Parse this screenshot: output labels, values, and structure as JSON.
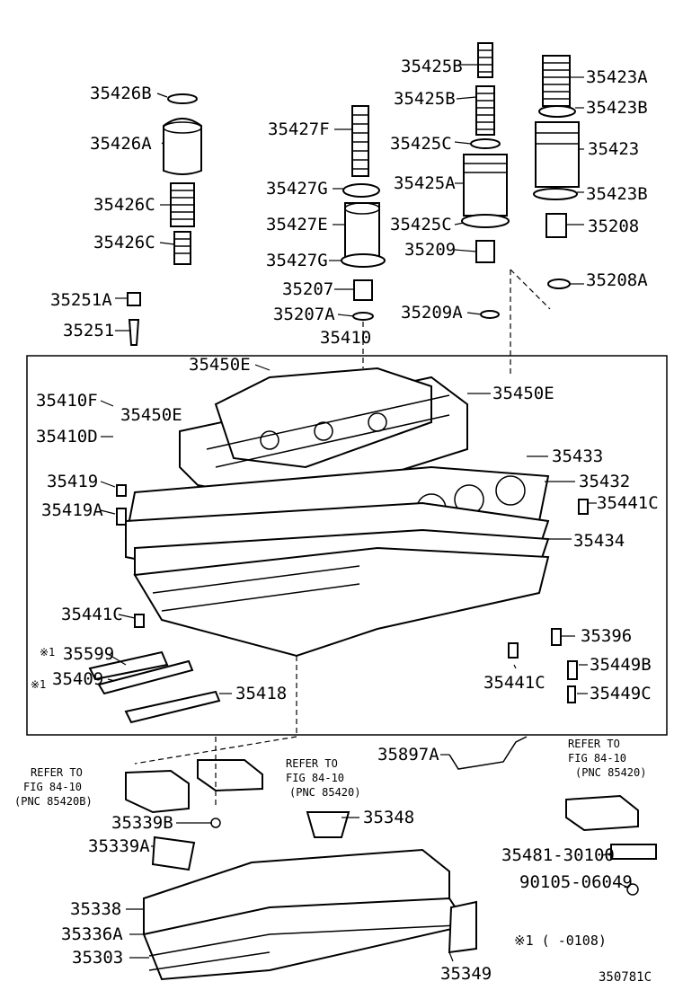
{
  "labels": {
    "p35426B": "35426B",
    "p35426A": "35426A",
    "p35426C_1": "35426C",
    "p35426C_2": "35426C",
    "p35427F": "35427F",
    "p35427G_1": "35427G",
    "p35427E": "35427E",
    "p35427G_2": "35427G",
    "p35207": "35207",
    "p35207A": "35207A",
    "p35410": "35410",
    "p35425B_1": "35425B",
    "p35425B_2": "35425B",
    "p35425C_1": "35425C",
    "p35425A": "35425A",
    "p35425C_2": "35425C",
    "p35209": "35209",
    "p35209A": "35209A",
    "p35423A": "35423A",
    "p35423B_1": "35423B",
    "p35423": "35423",
    "p35423B_2": "35423B",
    "p35208": "35208",
    "p35208A": "35208A",
    "p35251A": "35251A",
    "p35251": "35251",
    "p35450E_1": "35450E",
    "p35450E_2": "35450E",
    "p35450E_3": "35450E",
    "p35410F": "35410F",
    "p35410D": "35410D",
    "p35419": "35419",
    "p35419A": "35419A",
    "p35433": "35433",
    "p35432": "35432",
    "p35441C_1": "35441C",
    "p35434": "35434",
    "p35441C_2": "35441C",
    "p35396": "35396",
    "p35599": "35599",
    "p35409": "35409",
    "p35449B": "35449B",
    "p35418": "35418",
    "p35441C_3": "35441C",
    "p35449C": "35449C",
    "p35897A": "35897A",
    "p35339B": "35339B",
    "p35348": "35348",
    "p35339A": "35339A",
    "p35481": "35481-30100",
    "p90105": "90105-06049",
    "p35338": "35338",
    "p35336A": "35336A",
    "p35303": "35303",
    "p35349": "35349"
  },
  "marks": {
    "mark1": "※1",
    "mark2": "※1",
    "footnote": "※1 (     -0108)"
  },
  "refers": {
    "left": [
      "REFER TO",
      "FIG 84-10",
      "(PNC 85420B)"
    ],
    "mid": [
      "REFER TO",
      "FIG 84-10",
      "(PNC 85420)"
    ],
    "right": [
      "REFER TO",
      "FIG 84-10",
      "(PNC 85420)"
    ]
  },
  "figure_code": "350781C"
}
